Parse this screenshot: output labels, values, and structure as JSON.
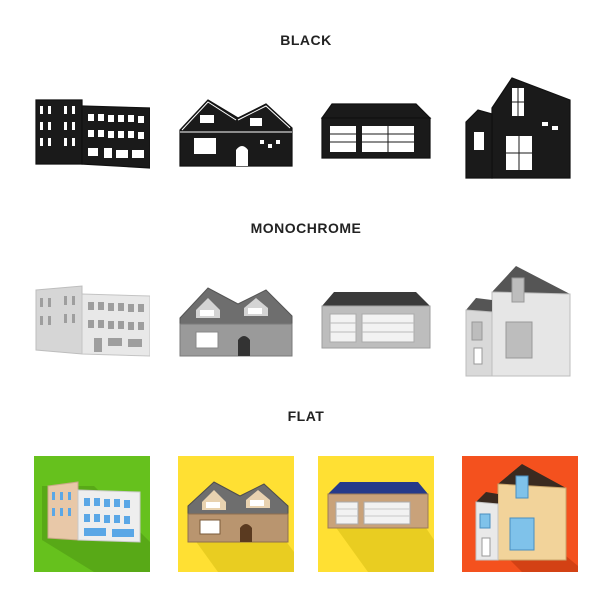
{
  "sections": {
    "black": {
      "label": "BLACK"
    },
    "monochrome": {
      "label": "MONOCHROME"
    },
    "flat": {
      "label": "FLAT"
    }
  },
  "icons": [
    "apartment-building-icon",
    "cottage-house-icon",
    "garage-icon",
    "two-story-house-icon"
  ],
  "colors": {
    "black_fill": "#1a1a1a",
    "mono_light": "#d9d9d9",
    "mono_dark": "#7a7a7a",
    "flat_bg_1": "#66c11d",
    "flat_bg_2": "#ffe033",
    "flat_bg_3": "#ffe033",
    "flat_bg_4": "#f4511e"
  }
}
